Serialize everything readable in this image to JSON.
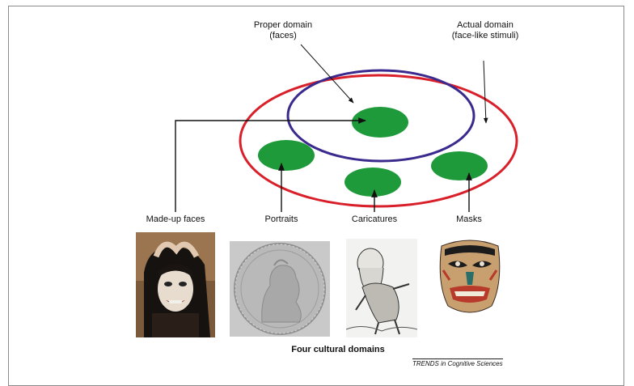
{
  "labels": {
    "proper_domain": "Proper domain",
    "proper_domain_sub": "(faces)",
    "actual_domain": "Actual domain",
    "actual_domain_sub": "(face-like stimuli)",
    "made_up_faces": "Made-up faces",
    "portraits": "Portraits",
    "caricatures": "Caricatures",
    "masks": "Masks"
  },
  "caption": "Four cultural domains",
  "credit": "TRENDS in Cognitive Sciences",
  "colors": {
    "outer_ellipse": "#d9202a",
    "inner_ellipse": "#3a2a8e",
    "blob": "#1e9a3a"
  },
  "images": [
    {
      "name": "made-up-face-photo",
      "subject": "made-up face"
    },
    {
      "name": "portrait-coin-image",
      "subject": "portrait on a coin"
    },
    {
      "name": "caricature-drawing",
      "subject": "caricature"
    },
    {
      "name": "mask-image",
      "subject": "mask"
    }
  ]
}
